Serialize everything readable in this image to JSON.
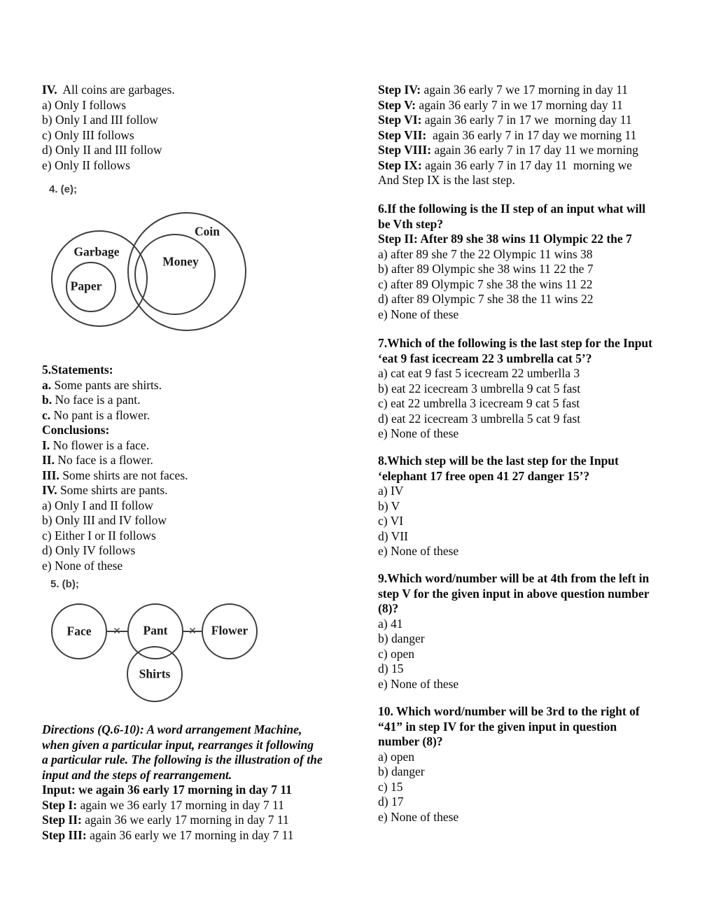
{
  "left": {
    "q4": {
      "lead": {
        "label": "IV.",
        "text": "  All coins are garbages."
      },
      "options": [
        "a) Only I follows",
        "b) Only I and III follow",
        "c) Only III follows",
        "d) Only II and III follow",
        "e) Only II follows"
      ],
      "answer": "4. (e);"
    },
    "venn1": {
      "garbage": "Garbage",
      "coin": "Coin",
      "money": "Money",
      "paper": "Paper"
    },
    "q5": {
      "header": "5.Statements:",
      "statements": [
        {
          "label": "a.",
          "text": " Some pants are shirts."
        },
        {
          "label": "b.",
          "text": " No face is a pant."
        },
        {
          "label": "c.",
          "text": " No pant is a flower."
        }
      ],
      "conclusions_header": "Conclusions:",
      "conclusions": [
        {
          "label": "I.",
          "text": " No flower is a face."
        },
        {
          "label": "II.",
          "text": " No face is a flower."
        },
        {
          "label": "III.",
          "text": " Some shirts are not faces."
        },
        {
          "label": "IV.",
          "text": " Some shirts are pants."
        }
      ],
      "options": [
        "a) Only I and II follow",
        "b) Only III and IV follow",
        "c) Either I or II follows",
        "d) Only IV follows",
        "e) None of these"
      ],
      "answer": "5. (b);"
    },
    "venn2": {
      "face": "Face",
      "pant": "Pant",
      "flower": "Flower",
      "shirts": "Shirts",
      "cross_symbol": "✕"
    },
    "directions": {
      "lines": [
        "Directions (Q.6-10): A word arrangement Machine,",
        "when given a particular input, rearranges it following",
        "a particular rule. The following is the illustration of the",
        "input and the steps of rearrangement."
      ],
      "input": {
        "label": "Input:",
        "text": " we again 36 early 17 morning in day 7 11"
      },
      "steps": [
        {
          "label": "Step I:",
          "text": " again we 36 early 17 morning in day 7 11"
        },
        {
          "label": "Step II:",
          "text": " again 36 we early 17 morning in day 7 11"
        },
        {
          "label": "Step III:",
          "text": " again 36 early we 17 morning in day 7 11"
        }
      ]
    }
  },
  "right": {
    "steps": [
      {
        "label": "Step IV:",
        "text": " again 36 early 7 we 17 morning in day 11"
      },
      {
        "label": "Step V:",
        "text": " again 36 early 7 in we 17 morning day 11"
      },
      {
        "label": "Step VI:",
        "text": " again 36 early 7 in 17 we  morning day 11"
      },
      {
        "label": "Step VII:",
        "text": "  again 36 early 7 in 17 day we morning 11"
      },
      {
        "label": "Step VIII:",
        "text": " again 36 early 7 in 17 day 11 we morning"
      },
      {
        "label": "Step IX:",
        "text": " again 36 early 7 in 17 day 11  morning we"
      }
    ],
    "last_note": "And Step IX is the last step.",
    "q6": {
      "stem_lines": [
        "6.If the following is the II step of an input what will",
        "be Vth step?"
      ],
      "step_line": "Step II: After 89 she 38 wins 11 Olympic 22 the 7",
      "options": [
        "a) after 89 she 7 the 22 Olympic 11 wins 38",
        "b) after 89 Olympic she 38 wins 11 22 the 7",
        "c) after 89 Olympic 7 she 38 the wins 11 22",
        "d) after 89 Olympic 7 she 38 the 11 wins 22",
        "e) None of these"
      ]
    },
    "q7": {
      "stem_lines": [
        "7.Which of the following is the last step for the Input",
        "‘eat 9 fast icecream 22 3 umbrella cat 5’?"
      ],
      "options": [
        "a) cat eat 9 fast 5 icecream 22 umberlla 3",
        "b) eat 22 icecream 3 umbrella 9 cat 5 fast",
        "c) eat 22 umbrella 3 icecream 9 cat 5 fast",
        "d) eat 22 icecream 3 umbrella 5 cat 9 fast",
        "e) None of these"
      ]
    },
    "q8": {
      "stem_lines": [
        "8.Which step will be the last step for the Input",
        "‘elephant 17 free open 41 27 danger 15’?"
      ],
      "options": [
        "a) IV",
        "b) V",
        "c) VI",
        "d) VII",
        "e) None of these"
      ]
    },
    "q9": {
      "stem_lines": [
        "9.Which word/number will be at 4th from the left in",
        "step V for the given input in above question number",
        "(8)?"
      ],
      "options": [
        "a) 41",
        "b) danger",
        "c) open",
        "d) 15",
        "e) None of these"
      ]
    },
    "q10": {
      "stem_lines": [
        "10. Which word/number will be 3rd to the right of",
        "“41” in step IV for the given input in question",
        "number (8)?"
      ],
      "options": [
        "a) open",
        "b) danger",
        "c) 15",
        "d) 17",
        "e) None of these"
      ]
    }
  }
}
